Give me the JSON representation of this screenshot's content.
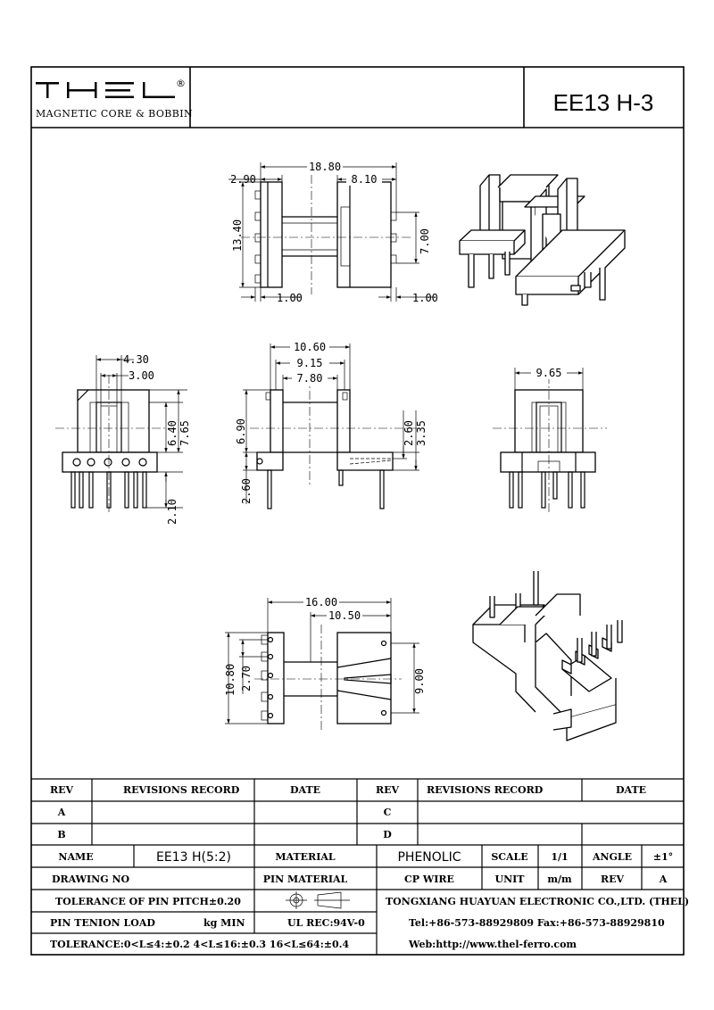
{
  "logo": {
    "brand": "THEL",
    "registered": "®",
    "subtitle": "MAGNETIC CORE & BOBBIN"
  },
  "part_title": "EE13 H-3",
  "dimensions": {
    "top_overall": "18.80",
    "top_left": "2.90",
    "top_right": "8.10",
    "top_height": "13.40",
    "top_right_h": "7.00",
    "top_l_thk": "1.00",
    "top_r_thk": "1.00",
    "left_w1": "4.30",
    "left_w2": "3.00",
    "left_h1": "6.40",
    "left_h2": "7.65",
    "left_pin": "2.10",
    "mid_w1": "10.60",
    "mid_w2": "9.15",
    "mid_w3": "7.80",
    "mid_h1": "6.90",
    "mid_h2": "2.60",
    "mid_h3": "2.60",
    "mid_h4": "3.35",
    "right_w": "9.65",
    "bot_w1": "16.00",
    "bot_w2": "10.50",
    "bot_h1": "10.80",
    "bot_h2": "2.70",
    "bot_h3": "9.00"
  },
  "title_block": {
    "rev_header": "REV",
    "revisions_header": "REVISIONS RECORD",
    "date_header": "DATE",
    "rev_header2": "REV",
    "revisions_header2": "REVISIONS RECORD",
    "date_header2": "DATE",
    "rev_a": "A",
    "rev_b": "B",
    "rev_c": "C",
    "rev_d": "D",
    "name_label": "NAME",
    "name_value": "EE13 H(5:2)",
    "material_label": "MATERIAL",
    "material_value": "PHENOLIC",
    "scale_label": "SCALE",
    "scale_value": "1/1",
    "angle_label": "ANGLE",
    "angle_value": "±1°",
    "drawing_no_label": "DRAWING NO",
    "pin_material_label": "PIN MATERIAL",
    "pin_material_value": "CP WIRE",
    "unit_label": "UNIT",
    "unit_value": "m/m",
    "rev_label": "REV",
    "rev_value": "A",
    "tolerance_pitch": "TOLERANCE OF PIN PITCH±0.20",
    "company": "TONGXIANG HUAYUAN ELECTRONIC CO.,LTD.  (THEL)",
    "pin_tension_label": "PIN TENION LOAD",
    "pin_tension_unit": "kg MIN",
    "ul_rec": "UL REC:94V-0",
    "tel": "Tel:+86-573-88929809  Fax:+86-573-88929810",
    "tolerance": "TOLERANCE:0<L≤4:±0.2   4<L≤16:±0.3   16<L≤64:±0.4",
    "web": "Web:http://www.thel-ferro.com"
  }
}
